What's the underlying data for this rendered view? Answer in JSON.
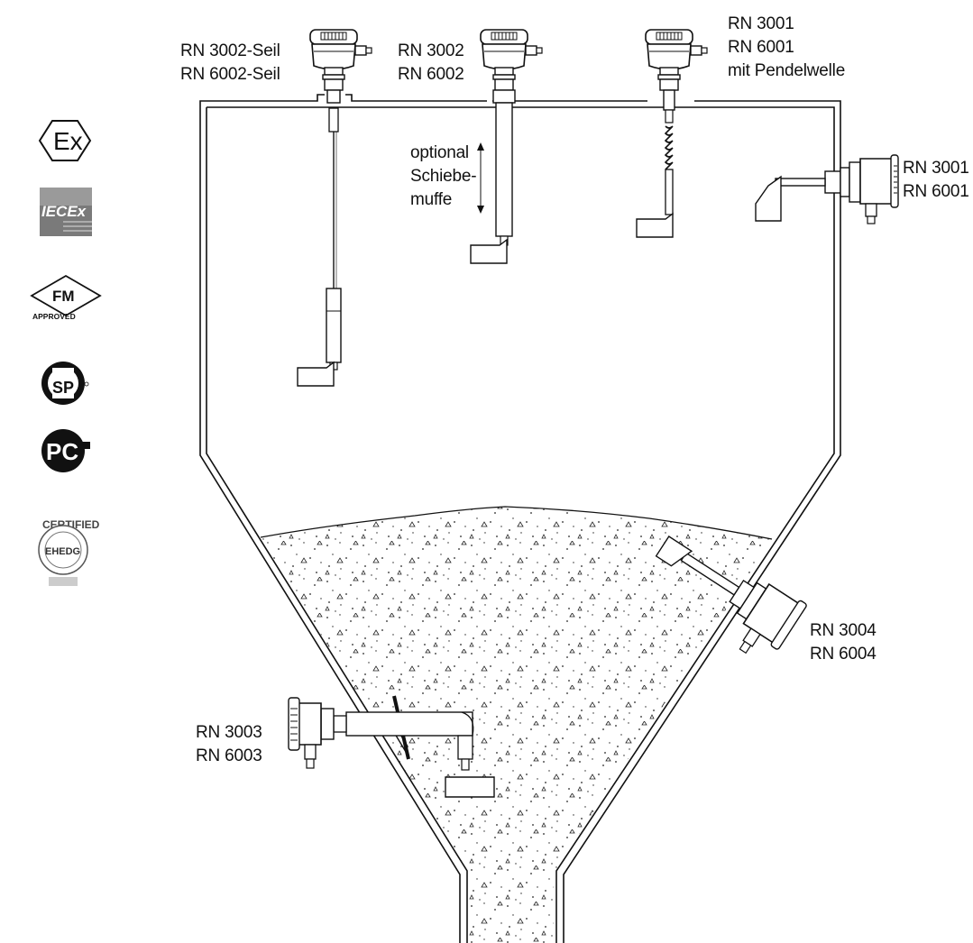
{
  "labels": {
    "top_left": [
      "RN 3002-Seil",
      "RN 6002-Seil"
    ],
    "top_mid": [
      "RN 3002",
      "RN 6002"
    ],
    "top_right": [
      "RN 3001",
      "RN 6001",
      "mit Pendelwelle"
    ],
    "side_right": [
      "RN 3001",
      "RN 6001"
    ],
    "optional": [
      "optional",
      "Schiebe-",
      "muffe"
    ],
    "cone_right": [
      "RN 3004",
      "RN 6004"
    ],
    "cone_left": [
      "RN 3003",
      "RN 6003"
    ]
  },
  "cert_logos": [
    {
      "name": "ex-logo",
      "text": "Ex"
    },
    {
      "name": "iecex-logo",
      "text": "IECEx"
    },
    {
      "name": "fm-approved-logo",
      "text": "FM",
      "sub": "APPROVED"
    },
    {
      "name": "csa-logo",
      "text": "SP"
    },
    {
      "name": "gost-logo",
      "text": "PC"
    },
    {
      "name": "ehedg-logo",
      "text": "EHEDG",
      "sub": "CERTIFIED"
    }
  ]
}
